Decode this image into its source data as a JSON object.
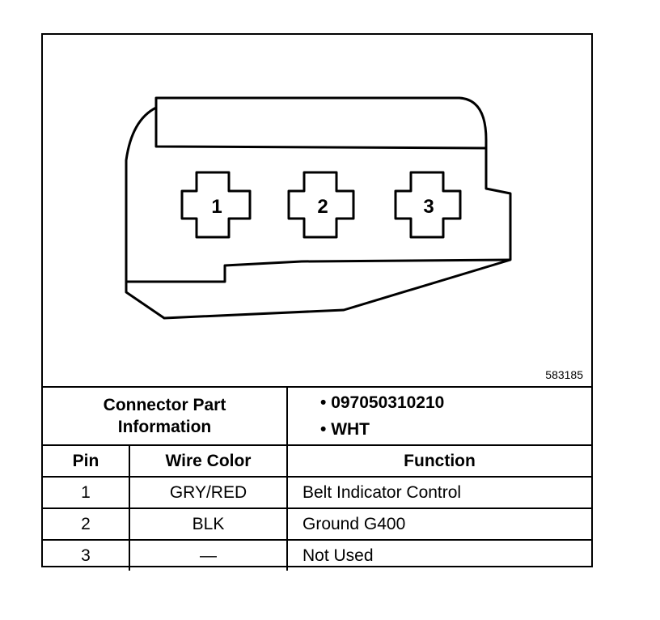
{
  "figure_id": "583185",
  "connector": {
    "pin_labels": [
      "1",
      "2",
      "3"
    ]
  },
  "part_info": {
    "label_line1": "Connector Part",
    "label_line2": "Information",
    "items": [
      "097050310210",
      "WHT"
    ]
  },
  "table": {
    "headers": {
      "pin": "Pin",
      "wire_color": "Wire Color",
      "function": "Function"
    },
    "rows": [
      {
        "pin": "1",
        "wire_color": "GRY/RED",
        "function": "Belt Indicator Control"
      },
      {
        "pin": "2",
        "wire_color": "BLK",
        "function": "Ground G400"
      },
      {
        "pin": "3",
        "wire_color": "—",
        "function": "Not Used"
      }
    ]
  }
}
